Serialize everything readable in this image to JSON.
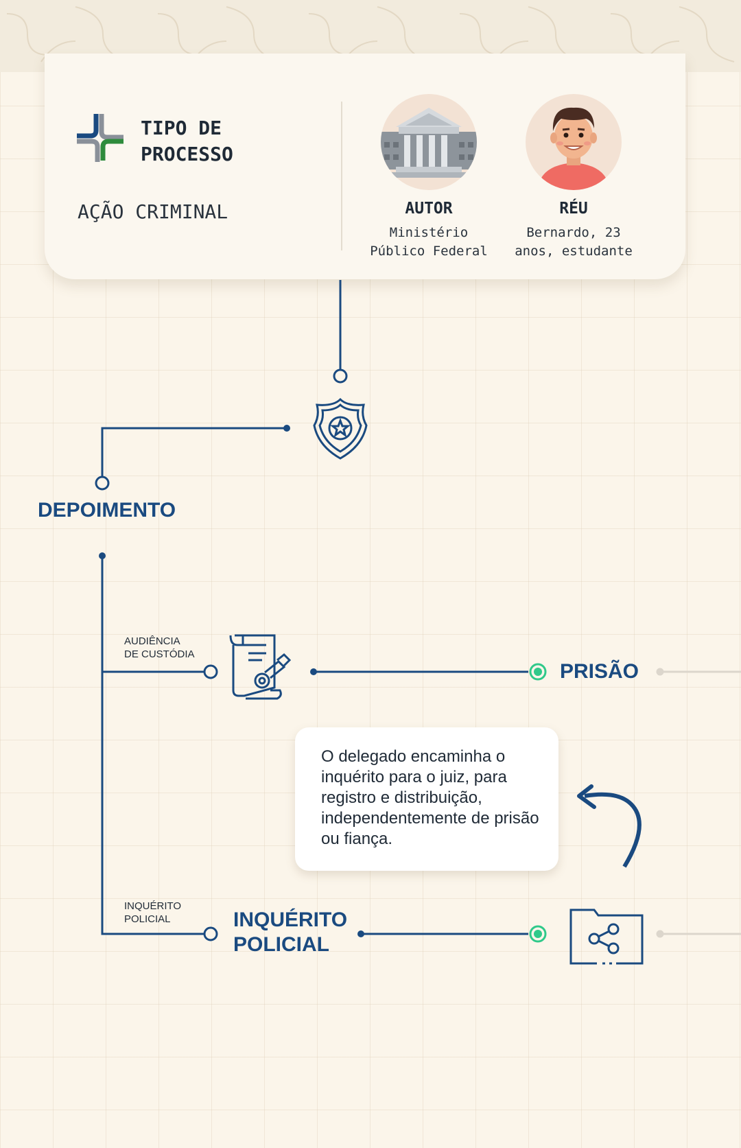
{
  "header": {
    "tipo_title": "TIPO DE\nPROCESSO",
    "tipo_value": "AÇÃO CRIMINAL",
    "author": {
      "role": "AUTOR",
      "description": "Ministério\nPúblico Federal"
    },
    "defendant": {
      "role": "RÉU",
      "description": "Bernardo, 23\nanos, estudante"
    }
  },
  "flow": {
    "depoimento": "DEPOIMENTO",
    "audiencia_label": "AUDIÊNCIA\nDE CUSTÓDIA",
    "prisao": "PRISÃO",
    "callout": "O delegado encaminha o inquérito para o juiz, para registro e distribuição, independentemente de prisão ou fiança.",
    "inquerito_label": "INQUÉRITO\nPOLICIAL",
    "inquerito_title": "INQUÉRITO\nPOLICIAL"
  },
  "colors": {
    "navy": "#1a4a80",
    "green": "#2fc98a",
    "card_bg": "#fbf7ef",
    "page_bg": "#fbf5ea"
  },
  "icons": [
    "logo-icon",
    "courthouse-icon",
    "defendant-avatar-icon",
    "police-badge-icon",
    "custody-document-icon",
    "shared-folder-icon",
    "curved-arrow-icon"
  ]
}
